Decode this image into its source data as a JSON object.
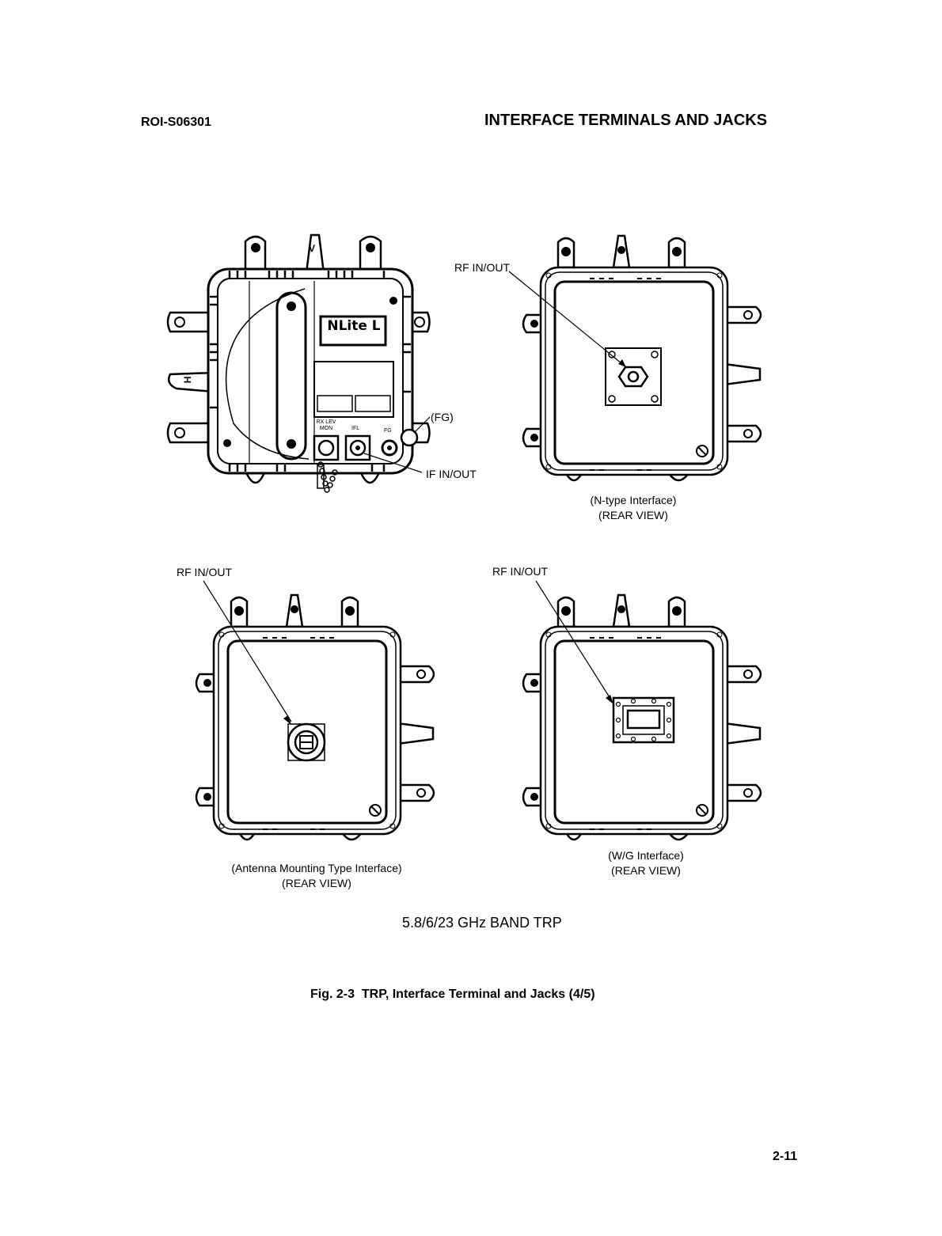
{
  "header": {
    "doc_id": "ROI-S06301",
    "section_title": "INTERFACE TERMINALS AND JACKS"
  },
  "front_view": {
    "brand_plate": "NLite L",
    "port_labels": {
      "rx_lev_mon": "RX LEV MON",
      "ifl": "IFL",
      "fg": "FG"
    },
    "marks": {
      "v": "V",
      "h": "H"
    },
    "callouts": {
      "fg": "(FG)",
      "if_in_out": "IF IN/OUT"
    }
  },
  "ntype_view": {
    "callout": "RF IN/OUT",
    "caption_line1": "(N-type Interface)",
    "caption_line2": "(REAR VIEW)"
  },
  "antenna_view": {
    "callout": "RF IN/OUT",
    "caption_line1": "(Antenna Mounting Type Interface)",
    "caption_line2": "(REAR VIEW)"
  },
  "wg_view": {
    "callout": "RF IN/OUT",
    "caption_line1": "(W/G Interface)",
    "caption_line2": "(REAR VIEW)"
  },
  "band_title": "5.8/6/23 GHz BAND TRP",
  "figure_caption": "Fig. 2-3  TRP, Interface Terminal and Jacks (4/5)",
  "page_number": "2-11"
}
